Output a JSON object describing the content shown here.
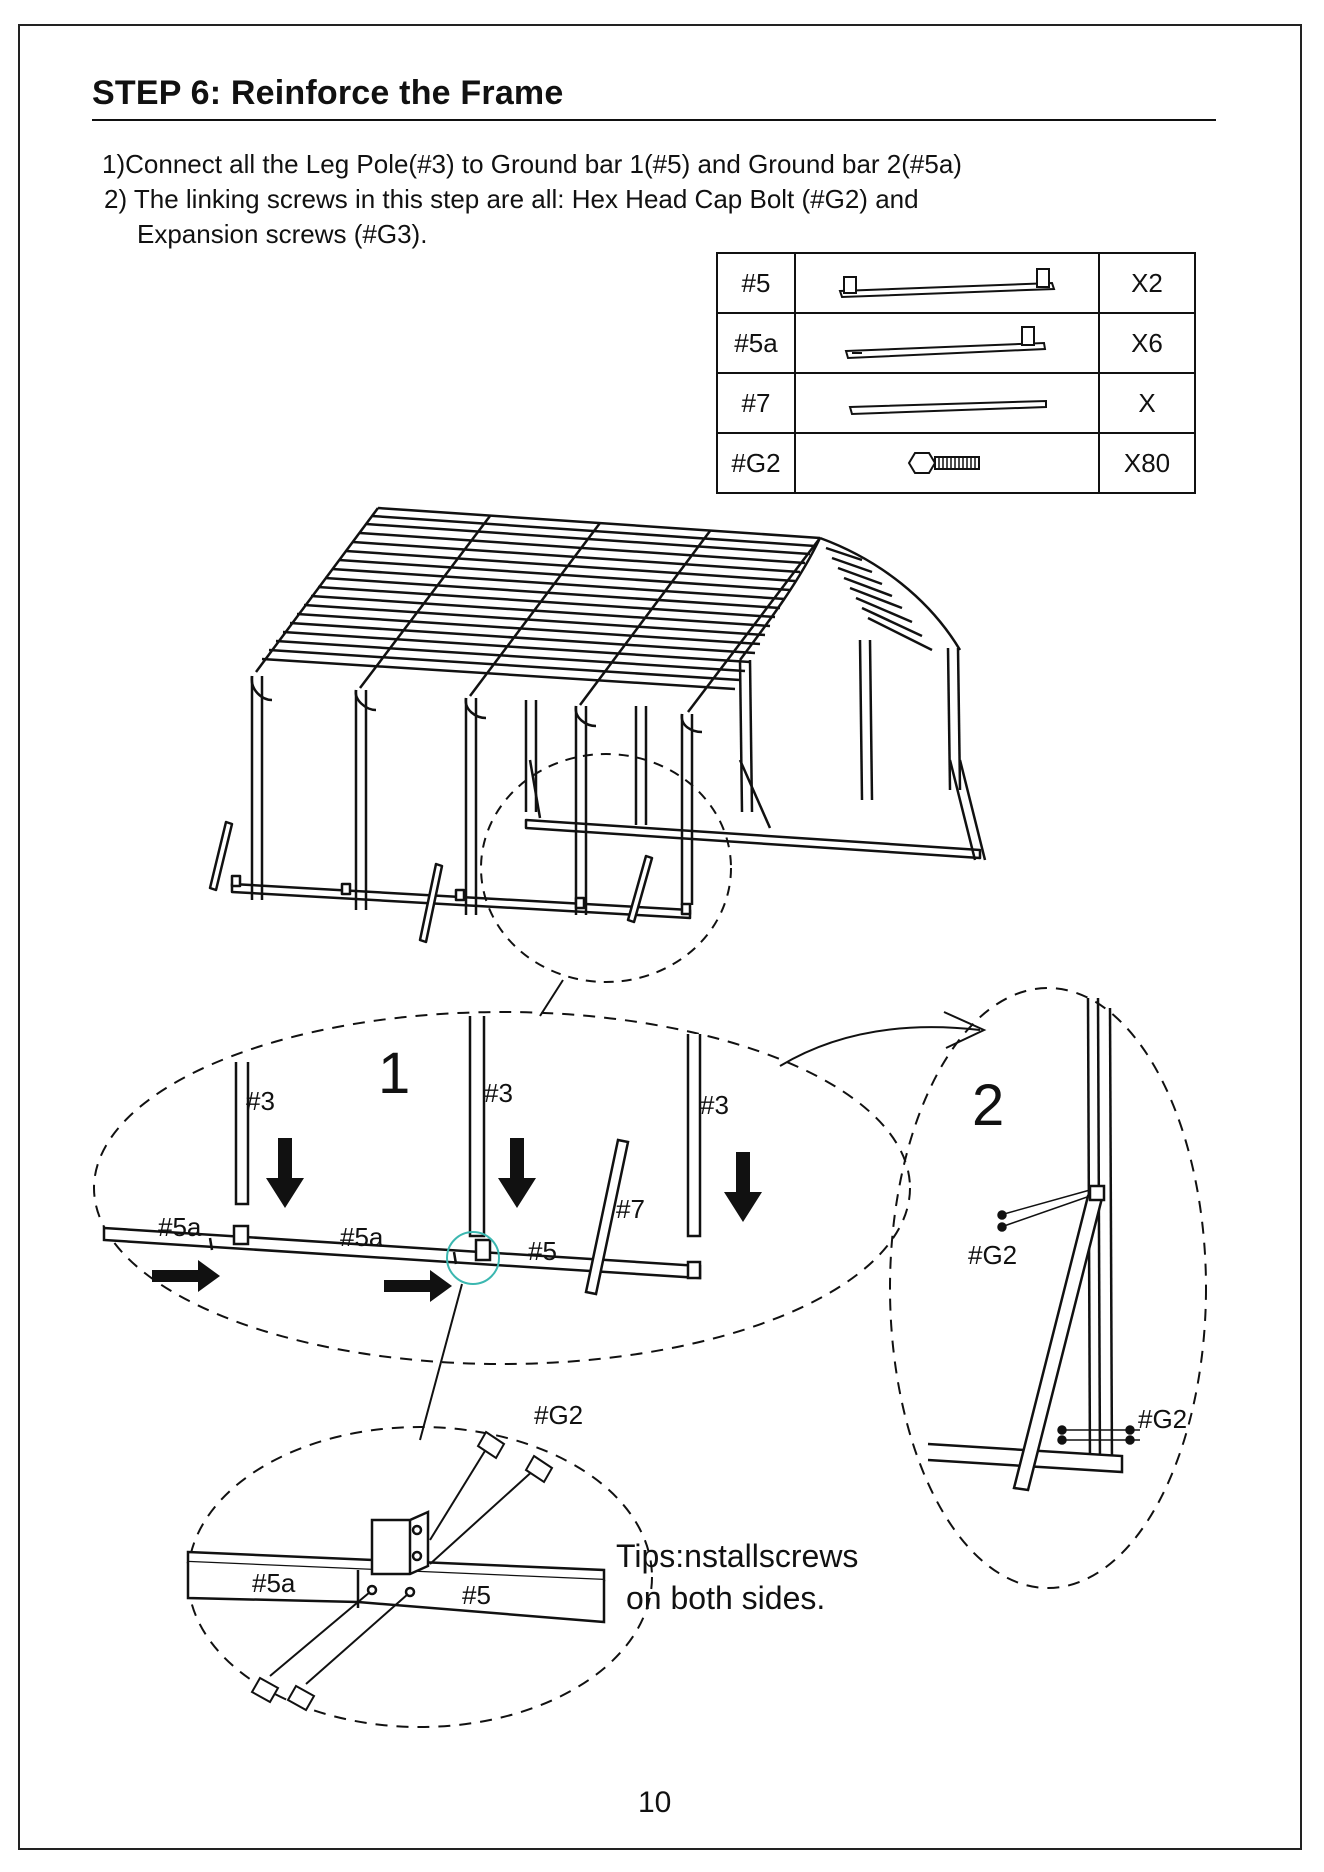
{
  "step": {
    "title": "STEP 6:  Reinforce the Frame"
  },
  "instructions": [
    "1)Connect all the  Leg Pole(#3) to Ground bar 1(#5)   and Ground bar 2(#5a)",
    "2) The linking screws in this step are all: Hex Head Cap Bolt (#G2) and",
    "Expansion screws (#G3)."
  ],
  "parts_table": [
    {
      "code": "#5",
      "icon": "ground-bar-1-icon",
      "qty": "X2"
    },
    {
      "code": "#5a",
      "icon": "ground-bar-2-icon",
      "qty": "X6"
    },
    {
      "code": "#7",
      "icon": "brace-bar-icon",
      "qty": "X"
    },
    {
      "code": "#G2",
      "icon": "hex-bolt-icon",
      "qty": "X80"
    }
  ],
  "detail1": {
    "number": "1",
    "labels": {
      "leg_a": "#3",
      "leg_b": "#3",
      "leg_c": "#3",
      "bar_a": "#5a",
      "bar_b": "#5a",
      "bar_c": "#5",
      "brace": "#7"
    }
  },
  "detail2": {
    "number": "2",
    "labels": {
      "bolt_upper": "#G2",
      "bolt_lower": "#G2"
    }
  },
  "detail3": {
    "labels": {
      "bolt": "#G2",
      "bar_left": "#5a",
      "bar_right": "#5"
    }
  },
  "tips": {
    "line1": "Tips:nstallscrews",
    "line2": "on both sides."
  },
  "page_number": "10"
}
